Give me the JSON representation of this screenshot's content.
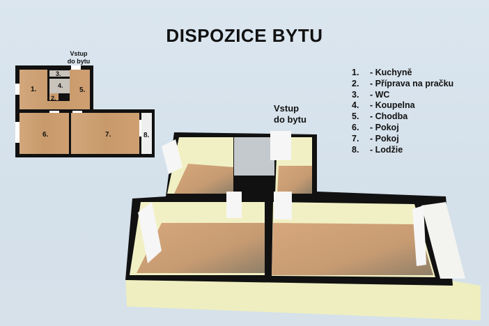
{
  "title": "DISPOZICE BYTU",
  "entrance_label_small": [
    "Vstup",
    "do bytu"
  ],
  "entrance_label_large": [
    "Vstup",
    "do bytu"
  ],
  "legend": [
    {
      "num": "1.",
      "name": "- Kuchyně"
    },
    {
      "num": "2.",
      "name": "- Příprava na pračku"
    },
    {
      "num": "3.",
      "name": "- WC"
    },
    {
      "num": "4.",
      "name": "- Koupelna"
    },
    {
      "num": "5.",
      "name": "- Chodba"
    },
    {
      "num": "6.",
      "name": "- Pokoj"
    },
    {
      "num": "7.",
      "name": "- Pokoj"
    },
    {
      "num": "8.",
      "name": "- Lodžie"
    }
  ],
  "room_labels": [
    "1.",
    "2.",
    "3.",
    "4.",
    "5.",
    "6.",
    "7.",
    "8."
  ],
  "colors": {
    "background": "#d8e3ec",
    "floor_wood": "#c99a6e",
    "wall": "#111111",
    "wall_face": "#f1f0c4",
    "tile": "#c8c3bb"
  }
}
